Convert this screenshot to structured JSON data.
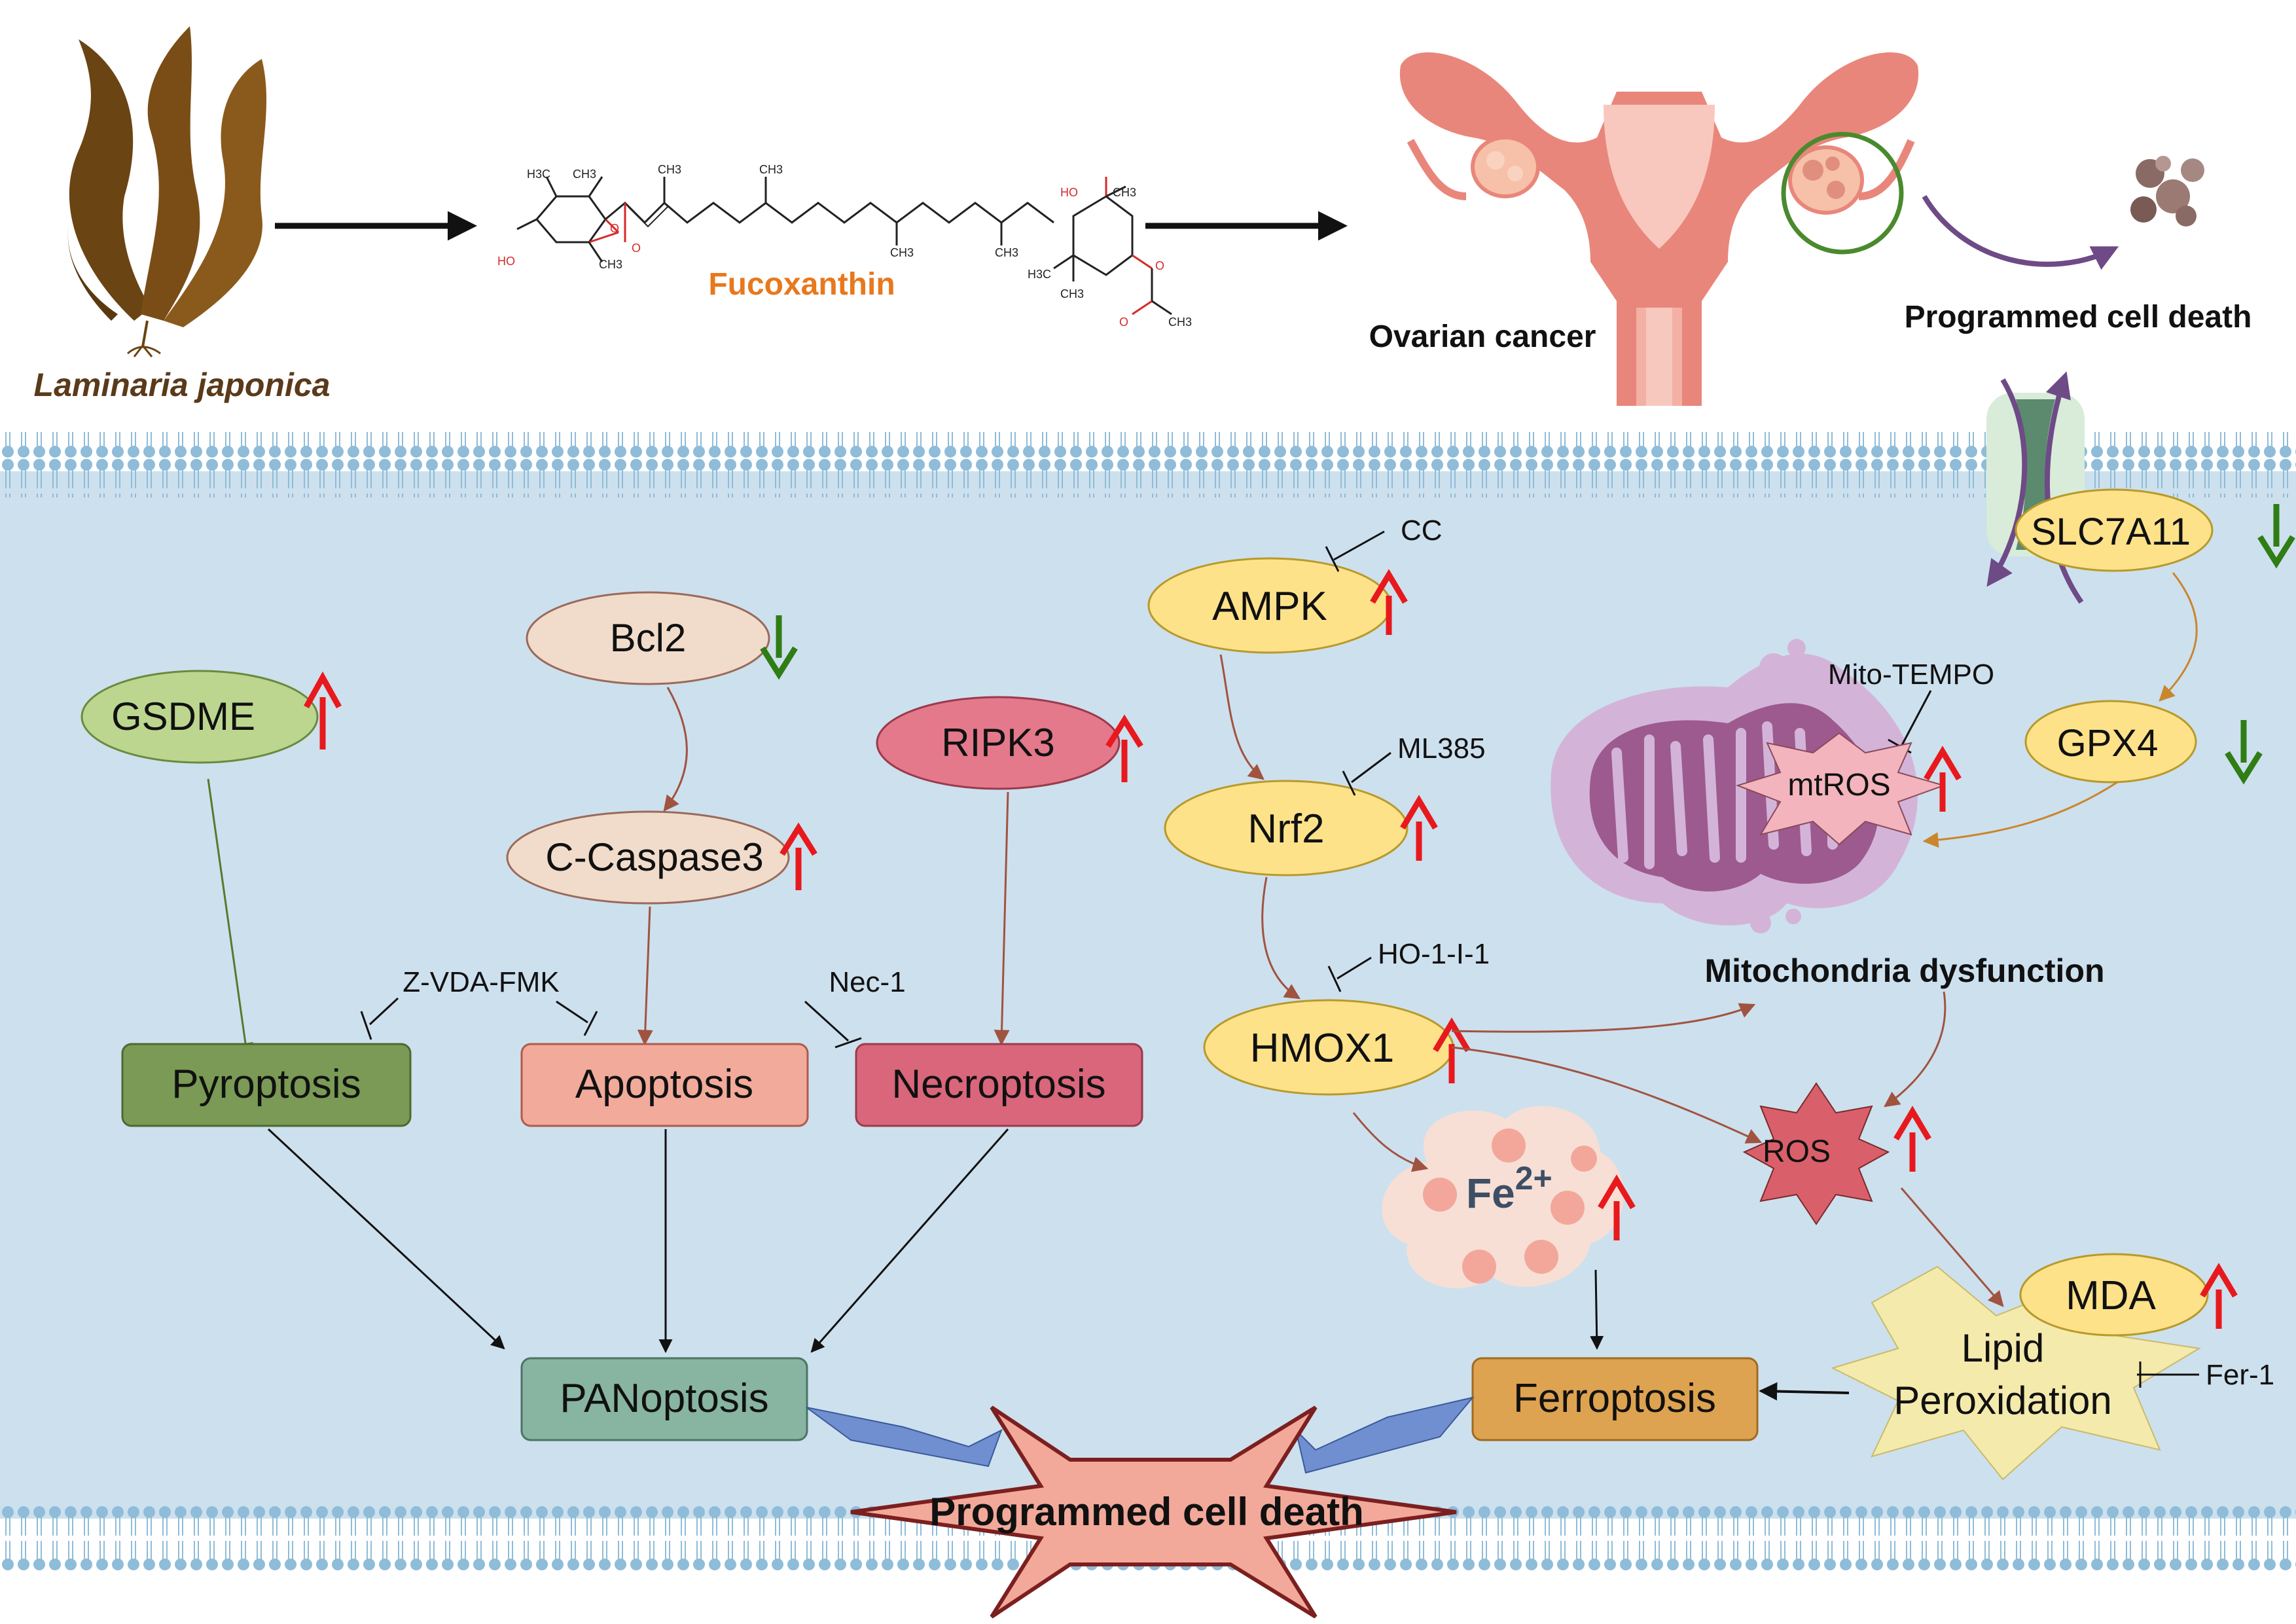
{
  "top": {
    "source_label": "Laminaria japonica",
    "compound_label": "Fucoxanthin",
    "cancer_label": "Ovarian cancer",
    "pcd_top_label": "Programmed cell death",
    "molecule_atoms": [
      "H3C",
      "CH3",
      "HO",
      "CH3",
      "O",
      "O",
      "CH3",
      "CH3",
      "CH3",
      "CH3",
      "HO",
      "CH3",
      "H3C",
      "CH3",
      "O",
      "O",
      "CH3"
    ]
  },
  "pathways": {
    "gsdme": "GSDME",
    "bcl2": "Bcl2",
    "caspase3": "C-Caspase3",
    "ripk3": "RIPK3",
    "pyroptosis": "Pyroptosis",
    "apoptosis": "Apoptosis",
    "necroptosis": "Necroptosis",
    "panoptosis": "PANoptosis",
    "zvad_inhibitor": "Z-VDA-FMK",
    "nec1_inhibitor": "Nec-1"
  },
  "ferroptosis": {
    "ampk": "AMPK",
    "nrf2": "Nrf2",
    "hmox1": "HMOX1",
    "cc_inhibitor": "CC",
    "ml385_inhibitor": "ML385",
    "ho1_inhibitor": "HO-1-I-1",
    "fe_base": "Fe",
    "fe_sup": "2+",
    "slc7a11": "SLC7A11",
    "gpx4": "GPX4",
    "mito_tempo": "Mito-TEMPO",
    "mtros": "mtROS",
    "mito_label": "Mitochondria dysfunction",
    "ros": "ROS",
    "mda": "MDA",
    "lipid_line1": "Lipid",
    "lipid_line2": "Peroxidation",
    "fer1_inhibitor": "Fer-1",
    "ferroptosis": "Ferroptosis"
  },
  "bottom": {
    "pcd_label": "Programmed cell death"
  },
  "colors": {
    "up_arrow": "#e8191d",
    "down_arrow": "#2f7d14",
    "cytoplasm": "#cde0ee",
    "membrane_head": "#8fbcd8",
    "pcd_star": "#f2a99a",
    "pcd_star_border": "#7c1f1f"
  }
}
